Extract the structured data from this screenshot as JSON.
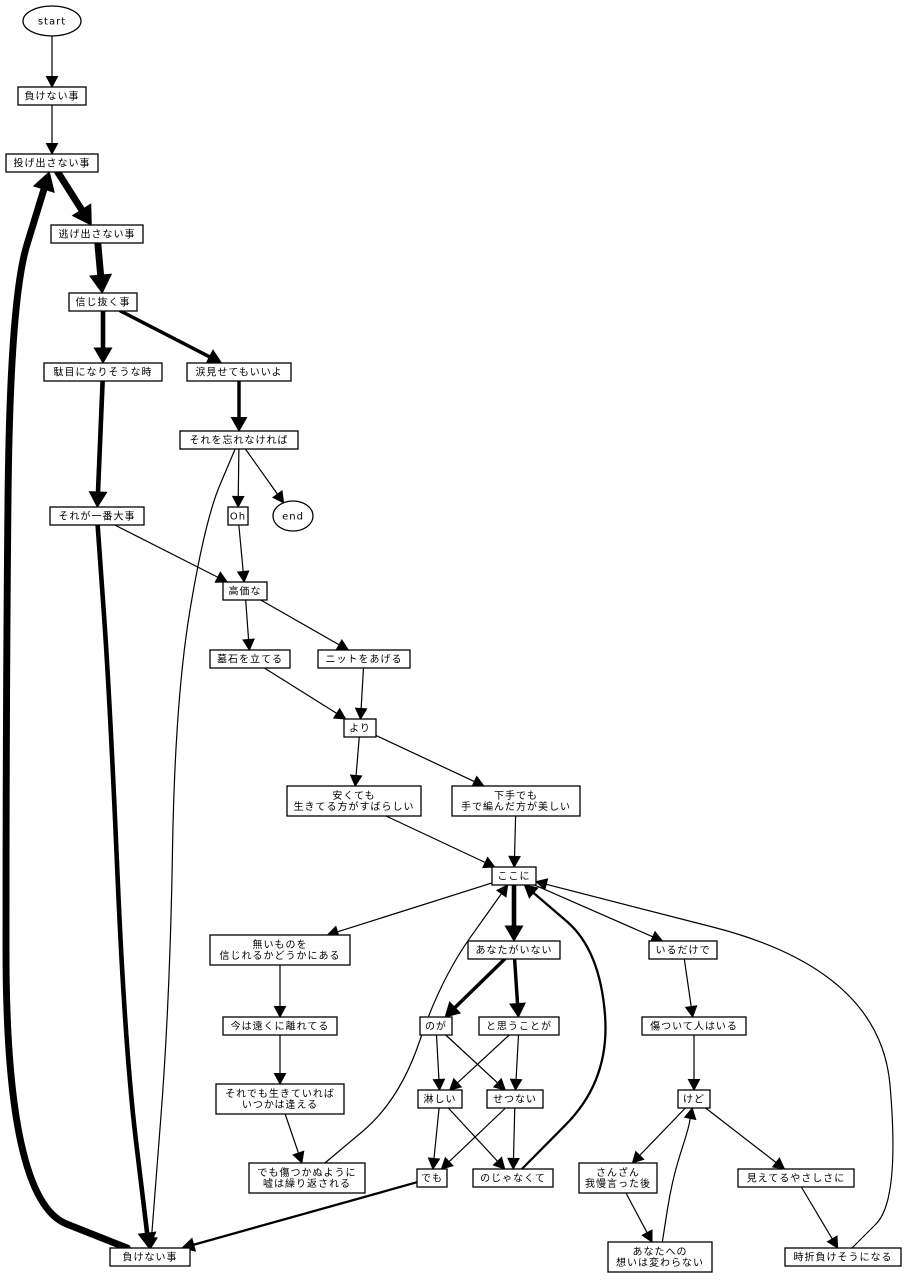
{
  "graph": {
    "nodes": [
      {
        "id": "start",
        "label": "start",
        "shape": "ellipse"
      },
      {
        "id": "n1",
        "label": "負けない事",
        "shape": "box"
      },
      {
        "id": "n2",
        "label": "投げ出さない事",
        "shape": "box"
      },
      {
        "id": "n3",
        "label": "逃げ出さない事",
        "shape": "box"
      },
      {
        "id": "n4",
        "label": "信じ抜く事",
        "shape": "box"
      },
      {
        "id": "n5",
        "label": "駄目になりそうな時",
        "shape": "box"
      },
      {
        "id": "n6",
        "label": "涙見せてもいいよ",
        "shape": "box"
      },
      {
        "id": "n7",
        "label": "それを忘れなければ",
        "shape": "box"
      },
      {
        "id": "n8",
        "label": "Oh",
        "shape": "box"
      },
      {
        "id": "end",
        "label": "end",
        "shape": "ellipse"
      },
      {
        "id": "n9",
        "label": "それが一番大事",
        "shape": "box"
      },
      {
        "id": "n10",
        "label": "高価な",
        "shape": "box"
      },
      {
        "id": "n11",
        "label": "墓石を立てる",
        "shape": "box"
      },
      {
        "id": "n12",
        "label": "ニットをあげる",
        "shape": "box"
      },
      {
        "id": "n13",
        "label": "より",
        "shape": "box"
      },
      {
        "id": "n14",
        "label": "安くても\n生きてる方がすばらしい",
        "shape": "box"
      },
      {
        "id": "n15",
        "label": "下手でも\n手で編んだ方が美しい",
        "shape": "box"
      },
      {
        "id": "n16",
        "label": "ここに",
        "shape": "box"
      },
      {
        "id": "n17",
        "label": "無いものを\n信じれるかどうかにある",
        "shape": "box"
      },
      {
        "id": "n18",
        "label": "あなたがいない",
        "shape": "box"
      },
      {
        "id": "n19",
        "label": "いるだけで",
        "shape": "box"
      },
      {
        "id": "n20",
        "label": "今は遠くに離れてる",
        "shape": "box"
      },
      {
        "id": "n21",
        "label": "のが",
        "shape": "box"
      },
      {
        "id": "n22",
        "label": "と思うことが",
        "shape": "box"
      },
      {
        "id": "n23",
        "label": "傷ついて人はいる",
        "shape": "box"
      },
      {
        "id": "n24",
        "label": "それでも生きていれば\nいつかは逢える",
        "shape": "box"
      },
      {
        "id": "n25",
        "label": "淋しい",
        "shape": "box"
      },
      {
        "id": "n26",
        "label": "せつない",
        "shape": "box"
      },
      {
        "id": "n27",
        "label": "けど",
        "shape": "box"
      },
      {
        "id": "n28",
        "label": "でも傷つかぬように\n嘘は繰り返される",
        "shape": "box"
      },
      {
        "id": "n29",
        "label": "でも",
        "shape": "box"
      },
      {
        "id": "n30",
        "label": "のじゃなくて",
        "shape": "box"
      },
      {
        "id": "n31",
        "label": "さんざん\n我慢言った後",
        "shape": "box"
      },
      {
        "id": "n32",
        "label": "見えてるやさしさに",
        "shape": "box"
      },
      {
        "id": "n33",
        "label": "負けない事",
        "shape": "box"
      },
      {
        "id": "n34",
        "label": "あなたへの\n想いは変わらない",
        "shape": "box"
      },
      {
        "id": "n35",
        "label": "時折負けそうになる",
        "shape": "box"
      }
    ],
    "edges": [
      {
        "from": "start",
        "to": "n1",
        "weight": 1
      },
      {
        "from": "n1",
        "to": "n2",
        "weight": 1
      },
      {
        "from": "n2",
        "to": "n3",
        "weight": 6
      },
      {
        "from": "n3",
        "to": "n4",
        "weight": 6
      },
      {
        "from": "n4",
        "to": "n5",
        "weight": 4
      },
      {
        "from": "n4",
        "to": "n6",
        "weight": 3
      },
      {
        "from": "n6",
        "to": "n7",
        "weight": 3
      },
      {
        "from": "n7",
        "to": "n8",
        "weight": 1
      },
      {
        "from": "n7",
        "to": "end",
        "weight": 1
      },
      {
        "from": "n7",
        "to": "n33",
        "weight": 1
      },
      {
        "from": "n5",
        "to": "n9",
        "weight": 4
      },
      {
        "from": "n8",
        "to": "n10",
        "weight": 1
      },
      {
        "from": "n9",
        "to": "n10",
        "weight": 1
      },
      {
        "from": "n9",
        "to": "n33",
        "weight": 4
      },
      {
        "from": "n10",
        "to": "n11",
        "weight": 1
      },
      {
        "from": "n10",
        "to": "n12",
        "weight": 1
      },
      {
        "from": "n11",
        "to": "n13",
        "weight": 1
      },
      {
        "from": "n12",
        "to": "n13",
        "weight": 1
      },
      {
        "from": "n13",
        "to": "n14",
        "weight": 1
      },
      {
        "from": "n13",
        "to": "n15",
        "weight": 1
      },
      {
        "from": "n14",
        "to": "n16",
        "weight": 1
      },
      {
        "from": "n15",
        "to": "n16",
        "weight": 1
      },
      {
        "from": "n16",
        "to": "n17",
        "weight": 1
      },
      {
        "from": "n16",
        "to": "n18",
        "weight": 4
      },
      {
        "from": "n16",
        "to": "n19",
        "weight": 1
      },
      {
        "from": "n17",
        "to": "n20",
        "weight": 1
      },
      {
        "from": "n20",
        "to": "n24",
        "weight": 1
      },
      {
        "from": "n24",
        "to": "n28",
        "weight": 1
      },
      {
        "from": "n28",
        "to": "n16",
        "weight": 1
      },
      {
        "from": "n18",
        "to": "n21",
        "weight": 3
      },
      {
        "from": "n18",
        "to": "n22",
        "weight": 3
      },
      {
        "from": "n21",
        "to": "n25",
        "weight": 1
      },
      {
        "from": "n21",
        "to": "n26",
        "weight": 1
      },
      {
        "from": "n22",
        "to": "n25",
        "weight": 1
      },
      {
        "from": "n22",
        "to": "n26",
        "weight": 1
      },
      {
        "from": "n25",
        "to": "n29",
        "weight": 1
      },
      {
        "from": "n25",
        "to": "n30",
        "weight": 1
      },
      {
        "from": "n26",
        "to": "n29",
        "weight": 1
      },
      {
        "from": "n26",
        "to": "n30",
        "weight": 1
      },
      {
        "from": "n30",
        "to": "n16",
        "weight": 2
      },
      {
        "from": "n29",
        "to": "n33",
        "weight": 2
      },
      {
        "from": "n33",
        "to": "n2",
        "weight": 6
      },
      {
        "from": "n19",
        "to": "n23",
        "weight": 1
      },
      {
        "from": "n23",
        "to": "n27",
        "weight": 1
      },
      {
        "from": "n27",
        "to": "n31",
        "weight": 1
      },
      {
        "from": "n27",
        "to": "n32",
        "weight": 1
      },
      {
        "from": "n31",
        "to": "n34",
        "weight": 1
      },
      {
        "from": "n34",
        "to": "n27",
        "weight": 1
      },
      {
        "from": "n32",
        "to": "n35",
        "weight": 1
      },
      {
        "from": "n35",
        "to": "n16",
        "weight": 1
      }
    ]
  }
}
